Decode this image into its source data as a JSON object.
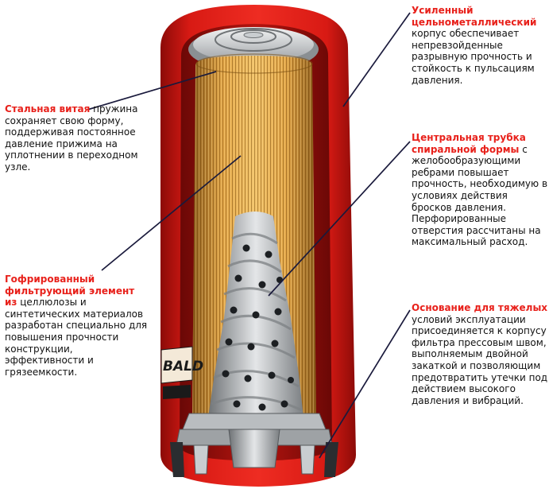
{
  "callouts": {
    "spring": {
      "highlight": "Стальная витая",
      "body": "пружина сохраняет свою форму, поддерживая постоянное давление прижима на уплотнении в переходном узле."
    },
    "element": {
      "highlight": "Гофрированный фильтрующий элемент из",
      "body": "целлюлозы и синтетических материалов разработан специально для повышения прочности конструкции, эффективности и грязеемкости."
    },
    "housing": {
      "highlight": "Усиленный цельнометаллический",
      "body": "корпус обеспечивает непревзойденные разрывную прочность и стойкость к пульсациям давления."
    },
    "tube": {
      "highlight": "Центральная трубка спиральной формы",
      "body": "с желобообразующими ребрами повышает прочность, необходимую в условиях действия бросков давления. Перфорированные отверстия рассчитаны на максимальный расход."
    },
    "base": {
      "highlight": "Основание для тяжелых",
      "body": "условий эксплуатации присоединяется к корпусу фильтра прессовым швом, выполняемым двойной закаткой и позволяющим предотвратить утечки под действием высокого давления и вибраций."
    }
  },
  "brand_fragment": "BALD",
  "colors": {
    "housing": "#dd1d17",
    "highlight": "#e8211b",
    "media": "#e6aa45",
    "tube": "#a9adb0"
  }
}
